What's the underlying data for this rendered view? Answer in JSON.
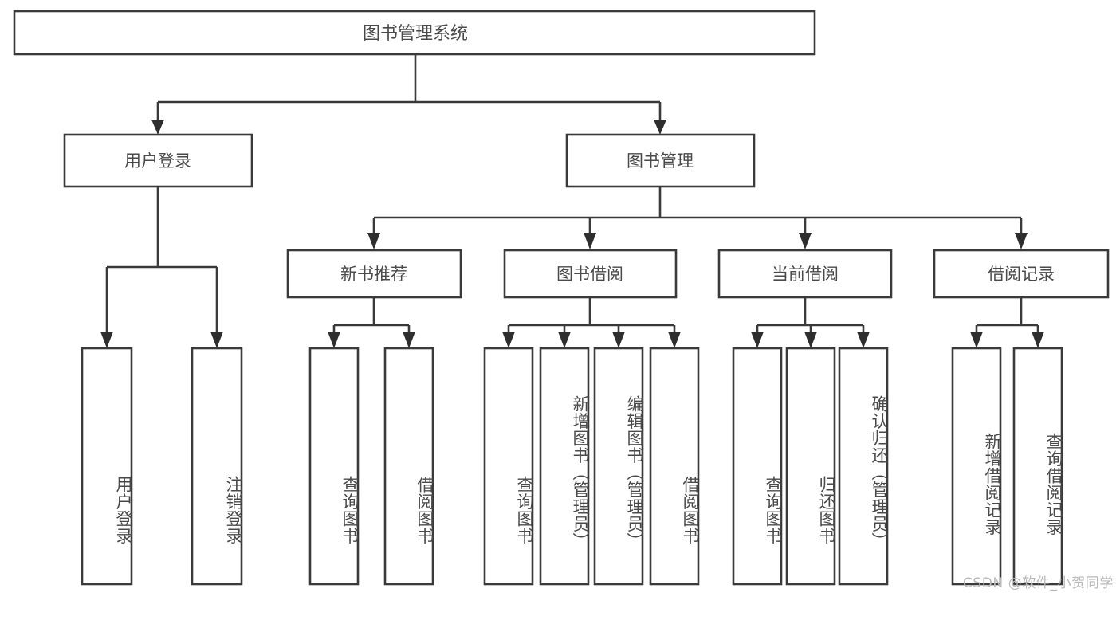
{
  "diagram": {
    "title": "图书管理系统",
    "watermark": "CSDN @软件_小贺同学",
    "colors": {
      "box_stroke": "#3a3a3a",
      "connector": "#3a3a3a",
      "text": "#4a4a4a",
      "background": "#ffffff",
      "watermark": "#b9b9b9"
    },
    "root": {
      "label": "图书管理系统"
    },
    "level1": [
      {
        "label": "用户登录"
      },
      {
        "label": "图书管理"
      }
    ],
    "level2": [
      {
        "label": "新书推荐"
      },
      {
        "label": "图书借阅"
      },
      {
        "label": "当前借阅"
      },
      {
        "label": "借阅记录"
      }
    ],
    "leaves": {
      "user_login": [
        {
          "label": "用户登录"
        },
        {
          "label": "注销登录"
        }
      ],
      "new_book_recommend": [
        {
          "label": "查询图书"
        },
        {
          "label": "借阅图书"
        }
      ],
      "book_borrow": [
        {
          "label": "查询图书"
        },
        {
          "label": "新增图书（管理员）"
        },
        {
          "label": "编辑图书（管理员）"
        },
        {
          "label": "借阅图书"
        }
      ],
      "current_borrow": [
        {
          "label": "查询图书"
        },
        {
          "label": "归还图书"
        },
        {
          "label": "确认归还（管理员）"
        }
      ],
      "borrow_record": [
        {
          "label": "新增借阅记录"
        },
        {
          "label": "查询借阅记录"
        }
      ]
    }
  }
}
